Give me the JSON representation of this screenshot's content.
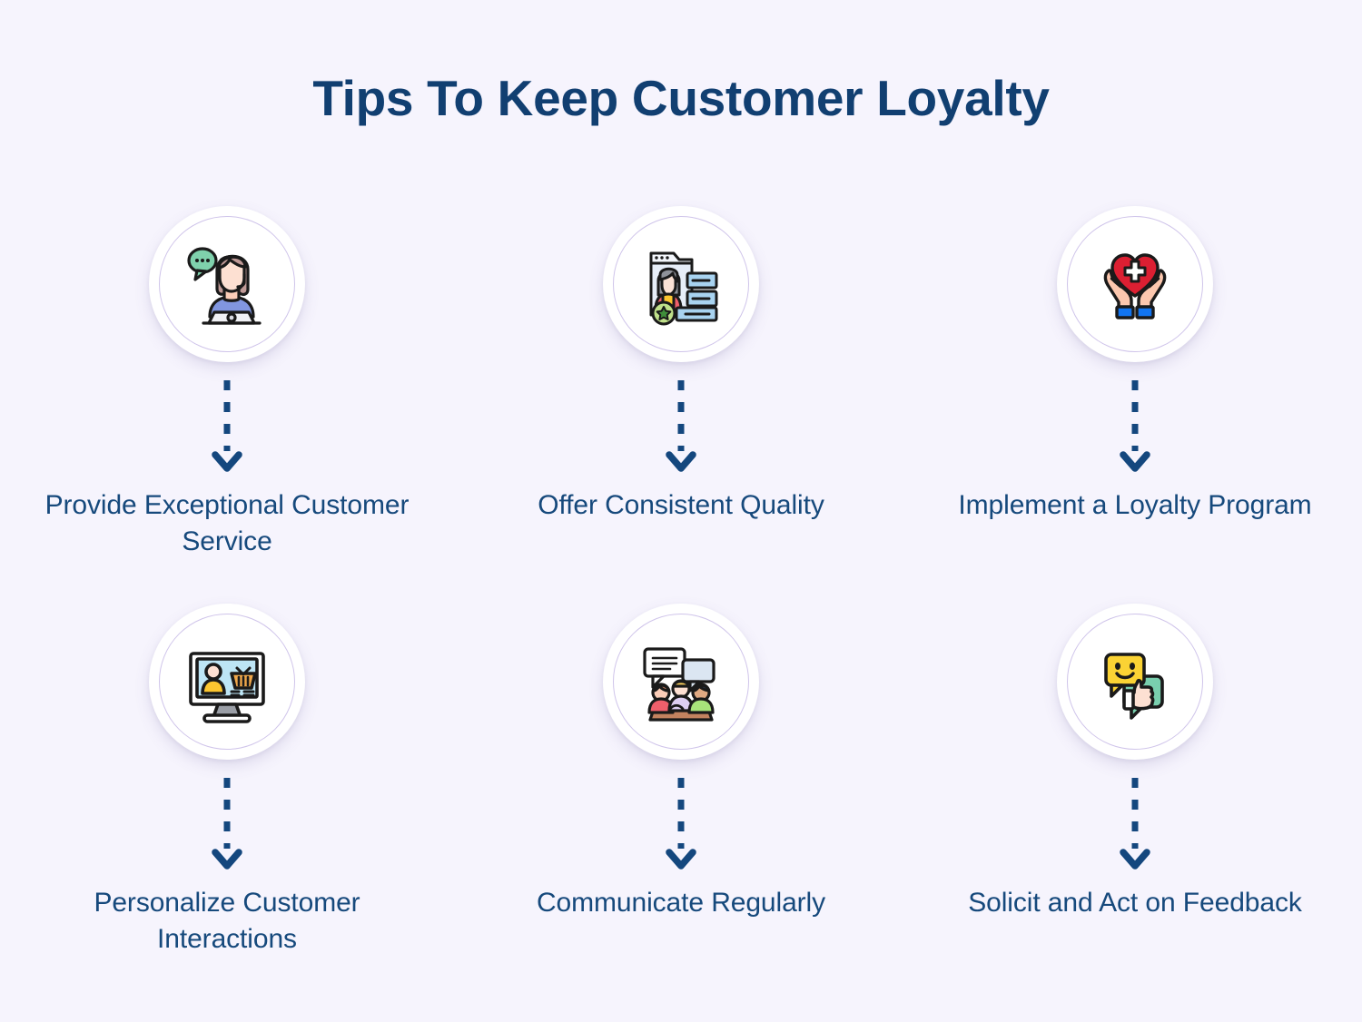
{
  "page": {
    "title": "Tips To Keep Customer Loyalty",
    "background_color": "#F6F4FD",
    "title_color": "#113F71",
    "label_color": "#16497C",
    "connector_color": "#14477E",
    "ring_color": "#CFC4EA"
  },
  "tips": [
    {
      "id": 1,
      "label": "Provide Exceptional Customer Service",
      "icon": "headset-support-agent-icon",
      "icon_description": "Woman with headset at a laptop with a green speech bubble"
    },
    {
      "id": 2,
      "label": "Offer Consistent Quality",
      "icon": "profile-document-quality-badge-icon",
      "icon_description": "Document with a person portrait, blue text bars and a green star badge"
    },
    {
      "id": 3,
      "label": "Implement a Loyalty Program",
      "icon": "hands-holding-heart-icon",
      "icon_description": "Two hands holding a red heart with a white cross"
    },
    {
      "id": 4,
      "label": "Personalize Customer Interactions",
      "icon": "monitor-shopping-user-icon",
      "icon_description": "Monitor showing a user avatar and a shopping basket"
    },
    {
      "id": 5,
      "label": "Communicate Regularly",
      "icon": "group-meeting-speech-bubbles-icon",
      "icon_description": "Three people at a table with two speech bubbles"
    },
    {
      "id": 6,
      "label": "Solicit and Act on Feedback",
      "icon": "smiley-thumbs-up-bubbles-icon",
      "icon_description": "Yellow smiley speech bubble with a green thumbs-up speech bubble"
    }
  ],
  "connector": {
    "name": "dashed-down-arrow",
    "dash_count": 5
  }
}
